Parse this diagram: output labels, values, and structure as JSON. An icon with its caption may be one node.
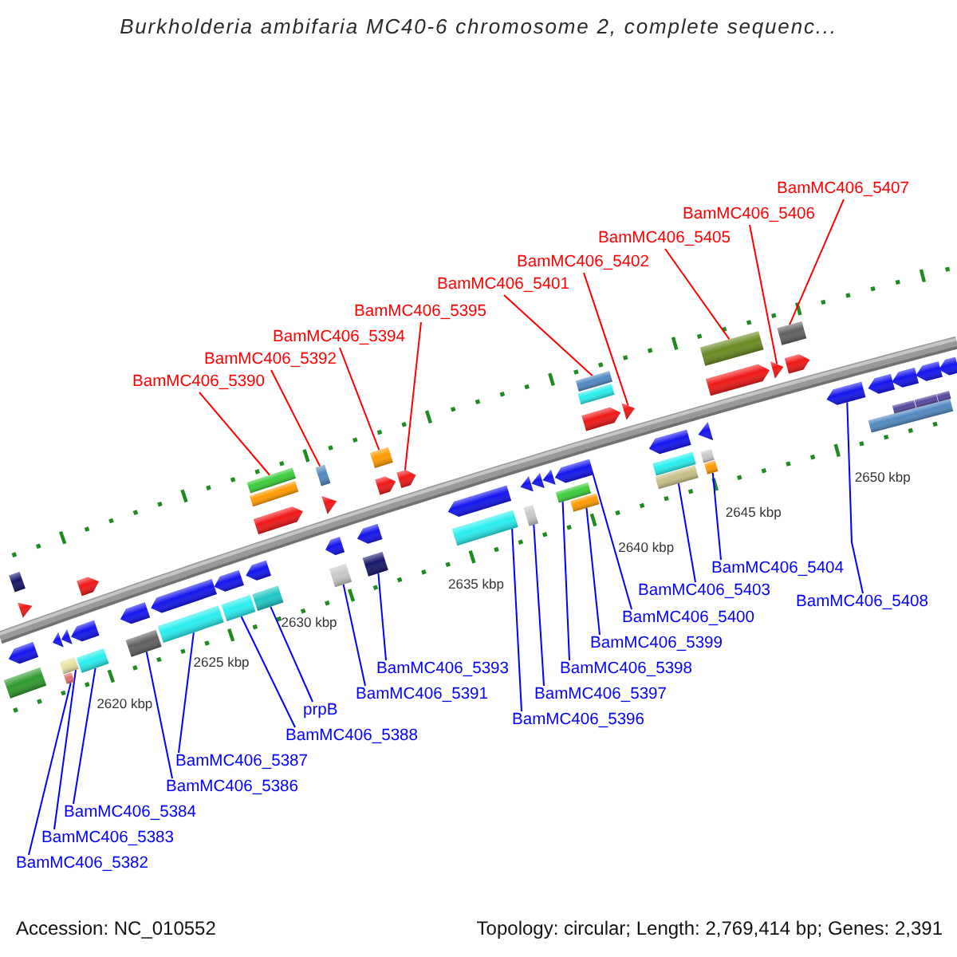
{
  "diagram": {
    "title": "Burkholderia ambifaria MC40-6 chromosome 2, complete sequenc...",
    "nodes": [
      {
        "text": [
          "BamMC406_5382"
        ]
      },
      {
        "text": [
          "BamMC406_5383"
        ]
      },
      {
        "text": [
          "BamMC406_5384"
        ]
      },
      {
        "text": [
          "BamMC406_5386"
        ]
      },
      {
        "text": [
          "BamMC406_5387"
        ]
      },
      {
        "text": [
          "BamMC406_5388"
        ]
      },
      {
        "text": [
          "prpB"
        ]
      },
      {
        "text": [
          "BamMC406_5390"
        ]
      },
      {
        "text": [
          "BamMC406_5391"
        ]
      },
      {
        "text": [
          "BamMC406_5392"
        ]
      },
      {
        "text": [
          "BamMC406_5393"
        ]
      },
      {
        "text": [
          "BamMC406_5394"
        ]
      },
      {
        "text": [
          "BamMC406_5395"
        ]
      },
      {
        "text": [
          "BamMC406_5396"
        ]
      },
      {
        "text": [
          "BamMC406_5397"
        ]
      },
      {
        "text": [
          "BamMC406_5398"
        ]
      },
      {
        "text": [
          "BamMC406_5399"
        ]
      },
      {
        "text": [
          "BamMC406_5400"
        ]
      },
      {
        "text": [
          "BamMC406_5401"
        ]
      },
      {
        "text": [
          "BamMC406_5402"
        ]
      },
      {
        "text": [
          "BamMC406_5403"
        ]
      },
      {
        "text": [
          "BamMC406_5404"
        ]
      },
      {
        "text": [
          "BamMC406_5405"
        ]
      },
      {
        "text": [
          "BamMC406_5406"
        ]
      },
      {
        "text": [
          "BamMC406_5407"
        ]
      },
      {
        "text": [
          "BamMC406_5408"
        ]
      },
      {
        "text": [],
        "shape": "box"
      },
      {
        "text": [],
        "shape": "triangle"
      },
      {
        "text": [],
        "shape": "arrow"
      },
      {
        "text": [],
        "shape": "box"
      },
      {
        "text": [],
        "shape": "box"
      },
      {
        "text": [],
        "shape": "arrow"
      },
      {
        "text": [],
        "shape": "box"
      },
      {
        "text": [],
        "shape": "triangle"
      },
      {
        "text": [],
        "shape": "box"
      },
      {
        "text": [],
        "shape": "arrow"
      },
      {
        "text": [],
        "shape": "arrow"
      },
      {
        "text": [],
        "shape": "box"
      },
      {
        "text": [],
        "shape": "box"
      },
      {
        "text": [],
        "shape": "arrow"
      },
      {
        "text": [],
        "shape": "triangle"
      },
      {
        "text": [],
        "shape": "box"
      },
      {
        "text": [],
        "shape": "arrow"
      },
      {
        "text": [],
        "shape": "triangle"
      },
      {
        "text": [],
        "shape": "box"
      },
      {
        "text": [],
        "shape": "arrow"
      },
      {
        "text": [],
        "shape": "arrow"
      },
      {
        "text": [],
        "shape": "box"
      },
      {
        "text": [],
        "shape": "triangle"
      },
      {
        "text": [],
        "shape": "triangle"
      },
      {
        "text": [],
        "shape": "arrow"
      },
      {
        "text": [],
        "shape": "box"
      },
      {
        "text": [],
        "shape": "box"
      },
      {
        "text": [],
        "shape": "box"
      },
      {
        "text": [],
        "shape": "arrow"
      },
      {
        "text": [],
        "shape": "box"
      },
      {
        "text": [],
        "shape": "arrow"
      },
      {
        "text": [],
        "shape": "box"
      },
      {
        "text": [],
        "shape": "arrow"
      },
      {
        "text": [],
        "shape": "box"
      },
      {
        "text": [],
        "shape": "arrow"
      },
      {
        "text": [],
        "shape": "box"
      },
      {
        "text": [],
        "shape": "arrow"
      },
      {
        "text": [],
        "shape": "box"
      },
      {
        "text": [],
        "shape": "arrow"
      },
      {
        "text": [],
        "shape": "box"
      },
      {
        "text": [],
        "shape": "arrow"
      },
      {
        "text": [],
        "shape": "box"
      },
      {
        "text": [],
        "shape": "triangle"
      },
      {
        "text": [],
        "shape": "triangle"
      },
      {
        "text": [],
        "shape": "triangle"
      },
      {
        "text": [],
        "shape": "box"
      },
      {
        "text": [],
        "shape": "arrow"
      },
      {
        "text": [],
        "shape": "box"
      },
      {
        "text": [],
        "shape": "box"
      },
      {
        "text": [],
        "shape": "arrow"
      },
      {
        "text": [],
        "shape": "triangle"
      },
      {
        "text": [],
        "shape": "box"
      },
      {
        "text": [],
        "shape": "box"
      },
      {
        "text": [],
        "shape": "box"
      },
      {
        "text": [],
        "shape": "box"
      },
      {
        "text": [],
        "shape": "arrow"
      },
      {
        "text": [],
        "shape": "arrow"
      },
      {
        "text": [],
        "shape": "arrow"
      },
      {
        "text": [],
        "shape": "arrow"
      },
      {
        "text": [],
        "shape": "arrow"
      },
      {
        "text": [],
        "shape": "box"
      },
      {
        "text": [],
        "shape": "box"
      },
      {
        "text": [],
        "shape": "box"
      },
      {
        "text": [],
        "shape": "box"
      }
    ],
    "edges": [
      {
        "from": 0,
        "to": 52,
        "arrow": "none"
      },
      {
        "from": 1,
        "to": 51,
        "arrow": "none"
      },
      {
        "from": 2,
        "to": 53,
        "arrow": "none"
      },
      {
        "from": 3,
        "to": 55,
        "arrow": "none"
      },
      {
        "from": 4,
        "to": 57,
        "arrow": "none"
      },
      {
        "from": 5,
        "to": 59,
        "arrow": "none"
      },
      {
        "from": 6,
        "to": 61,
        "arrow": "none"
      },
      {
        "from": 7,
        "to": 29,
        "arrow": "none",
        "color": "#ff0000"
      },
      {
        "from": 8,
        "to": 63,
        "arrow": "none"
      },
      {
        "from": 9,
        "to": 32,
        "arrow": "none",
        "color": "#ff0000"
      },
      {
        "from": 10,
        "to": 65,
        "arrow": "none"
      },
      {
        "from": 11,
        "to": 34,
        "arrow": "none",
        "color": "#ff0000"
      },
      {
        "from": 12,
        "to": 36,
        "arrow": "none",
        "color": "#ff0000"
      },
      {
        "from": 13,
        "to": 67,
        "arrow": "none"
      },
      {
        "from": 14,
        "to": 71,
        "arrow": "none"
      },
      {
        "from": 15,
        "to": 73,
        "arrow": "none"
      },
      {
        "from": 16,
        "to": 74,
        "arrow": "none"
      },
      {
        "from": 17,
        "to": 72,
        "arrow": "none"
      },
      {
        "from": 18,
        "to": 37,
        "arrow": "none",
        "color": "#ff0000"
      },
      {
        "from": 19,
        "to": 40,
        "arrow": "none",
        "color": "#ff0000"
      },
      {
        "from": 20,
        "to": 78,
        "arrow": "none"
      },
      {
        "from": 21,
        "to": 80,
        "arrow": "none"
      },
      {
        "from": 22,
        "to": 41,
        "arrow": "none",
        "color": "#ff0000"
      },
      {
        "from": 23,
        "to": 43,
        "arrow": "none",
        "color": "#ff0000"
      },
      {
        "from": 24,
        "to": 44,
        "arrow": "none",
        "color": "#ff0000"
      },
      {
        "from": 25,
        "to": 81,
        "arrow": "none"
      }
    ],
    "labels": [
      "2620 kbp",
      "2625 kbp",
      "2630 kbp",
      "2635 kbp",
      "2640 kbp",
      "2645 kbp",
      "2650 kbp",
      "Accession: NC_010552",
      "Topology: circular; Length: 2,769,414 bp; Genes: 2,391"
    ]
  }
}
